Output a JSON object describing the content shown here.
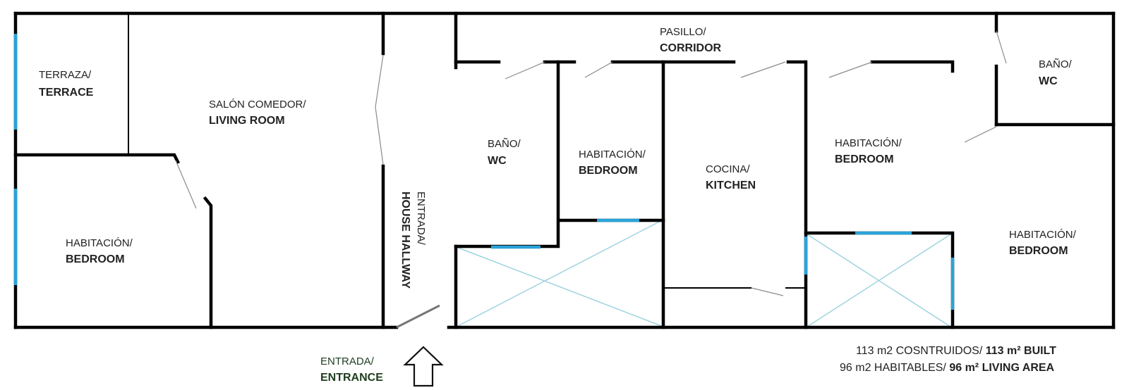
{
  "colors": {
    "wall": "#000000",
    "window": "#2aa3d8",
    "void_cross": "#9fd3df",
    "door": "#9a9a9a",
    "entrance_text": "#1f3d1f"
  },
  "rooms": {
    "terrace": {
      "es": "TERRAZA/",
      "en": "TERRACE"
    },
    "living_room": {
      "es": "SALÓN COMEDOR/",
      "en": "LIVING ROOM"
    },
    "bedroom_left": {
      "es": "HABITACIÓN/",
      "en": "BEDROOM"
    },
    "hallway": {
      "es": "ENTRADA/",
      "en": "HOUSE HALLWAY"
    },
    "corridor": {
      "es": "PASILLO/",
      "en": "CORRIDOR"
    },
    "wc_1": {
      "es": "BAÑO/",
      "en": "WC"
    },
    "bedroom_2": {
      "es": "HABITACIÓN/",
      "en": "BEDROOM"
    },
    "kitchen": {
      "es": "COCINA/",
      "en": "KITCHEN"
    },
    "bedroom_3": {
      "es": "HABITACIÓN/",
      "en": "BEDROOM"
    },
    "wc_2": {
      "es": "BAÑO/",
      "en": "WC"
    },
    "bedroom_right": {
      "es": "HABITACIÓN/",
      "en": "BEDROOM"
    }
  },
  "entrance": {
    "es": "ENTRADA/",
    "en": "ENTRANCE",
    "icon": "up-arrow-icon"
  },
  "areas": {
    "built_es": "113 m2 COSNTRUIDOS/",
    "built_en": "113 m² BUILT",
    "living_es": "96 m2 HABITABLES/",
    "living_en": "96 m² LIVING AREA"
  }
}
